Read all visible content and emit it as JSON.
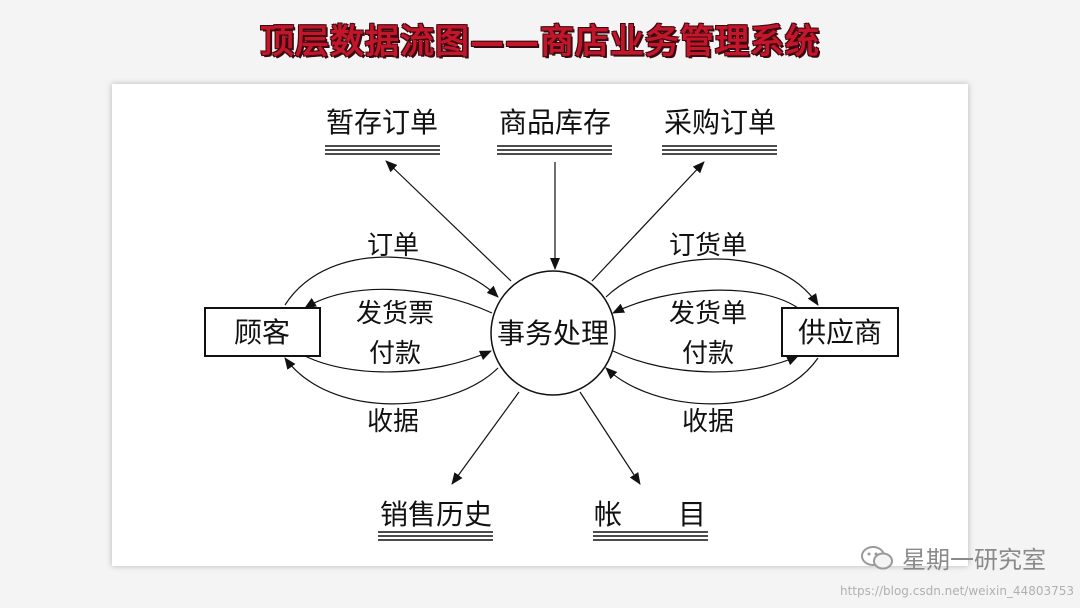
{
  "title": "顶层数据流图——商店业务管理系统",
  "diagram": {
    "process": "事务处理",
    "entities": {
      "customer": "顾客",
      "supplier": "供应商"
    },
    "stores": {
      "temp_orders": "暂存订单",
      "inventory": "商品库存",
      "purchase_orders": "采购订单",
      "sales_history": "销售历史",
      "accounts": "帐　　目"
    },
    "flows": {
      "customer_order": "订单",
      "invoice": "发货票",
      "payment_left": "付款",
      "receipt_left": "收据",
      "supplier_order": "订货单",
      "delivery_note": "发货单",
      "payment_right": "付款",
      "receipt_right": "收据"
    }
  },
  "watermark": "星期一研究室",
  "url": "https://blog.csdn.net/weixin_44803753",
  "colors": {
    "title": "#c3162a",
    "line": "#111111"
  }
}
